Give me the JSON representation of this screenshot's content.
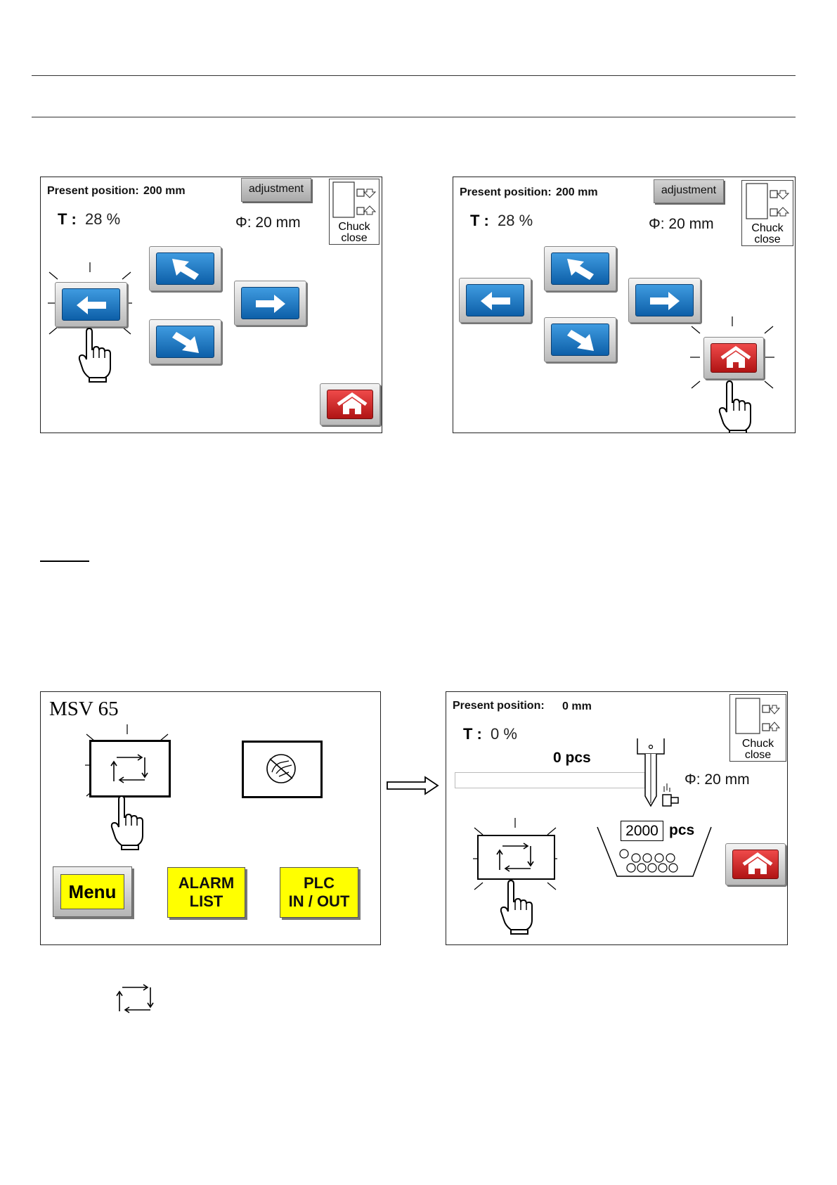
{
  "panel_top_left": {
    "position_label": "Present position:",
    "position_value": "200 mm",
    "adjustment_label": "adjustment",
    "t_label": "T :",
    "t_value": "28 %",
    "diameter": "Φ: 20 mm",
    "chuck_line1": "Chuck",
    "chuck_line2": "close"
  },
  "panel_top_right": {
    "position_label": "Present position:",
    "position_value": "200 mm",
    "adjustment_label": "adjustment",
    "t_label": "T :",
    "t_value": "28 %",
    "diameter": "Φ: 20 mm",
    "chuck_line1": "Chuck",
    "chuck_line2": "close"
  },
  "panel_bottom_left": {
    "title": "MSV 65",
    "menu_label": "Menu",
    "alarm_line1": "ALARM",
    "alarm_line2": "LIST",
    "plc_line1": "PLC",
    "plc_line2": "IN / OUT"
  },
  "panel_bottom_right": {
    "position_label": "Present position:",
    "position_value": "0 mm",
    "t_label": "T :",
    "t_value": "0 %",
    "count": "0 pcs",
    "progress": 0,
    "diameter": "Φ: 20 mm",
    "target_value": "2000",
    "target_unit": "pcs",
    "chuck_line1": "Chuck",
    "chuck_line2": "close"
  },
  "colors": {
    "blue_button": "#1f7fd0",
    "red_button": "#d42020",
    "yellow_button": "#ffff00"
  },
  "icons": [
    "arrow-left-icon",
    "arrow-right-icon",
    "arrow-up-left-icon",
    "arrow-down-right-icon",
    "home-icon",
    "cycle-icon",
    "no-hand-icon",
    "pointing-hand-icon",
    "chuck-icon",
    "drill-icon",
    "parts-bin-icon"
  ]
}
